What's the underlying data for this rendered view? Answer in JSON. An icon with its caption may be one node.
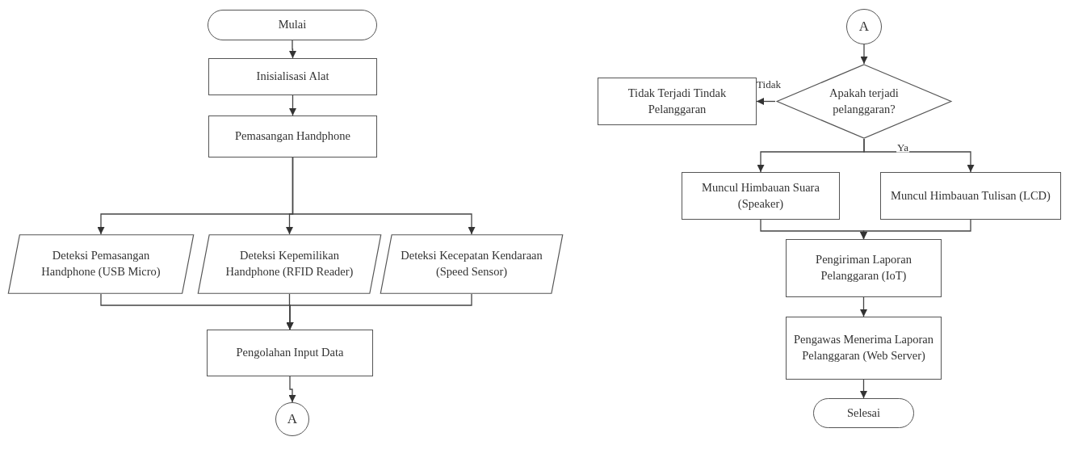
{
  "diagram": {
    "nodes": [
      {
        "text": [
          "Mulai"
        ]
      },
      {
        "text": [
          "Inisialisasi Alat"
        ]
      },
      {
        "text": [
          "Pemasangan Handphone"
        ]
      },
      {
        "text": [
          "Deteksi Pemasangan Handphone (USB Micro)"
        ]
      },
      {
        "text": [
          "Deteksi Kepemilikan Handphone (RFID Reader)"
        ]
      },
      {
        "text": [
          "Deteksi Kecepatan Kendaraan (Speed Sensor)"
        ]
      },
      {
        "text": [
          "Pengolahan Input Data"
        ]
      },
      {
        "text": [
          "A"
        ]
      },
      {
        "text": [
          "A"
        ]
      },
      {
        "text": [
          "Apakah terjadi pelanggaran?"
        ]
      },
      {
        "text": [
          "Tidak Terjadi Tindak Pelanggaran"
        ]
      },
      {
        "text": [
          "Muncul Himbauan Suara (Speaker)"
        ]
      },
      {
        "text": [
          "Muncul Himbauan Tulisan (LCD)"
        ]
      },
      {
        "text": [
          "Pengiriman Laporan Pelanggaran (IoT)"
        ]
      },
      {
        "text": [
          "Pengawas Menerima Laporan Pelanggaran (Web Server)"
        ]
      },
      {
        "text": [
          "Selesai"
        ]
      }
    ],
    "edges": [
      {
        "from": 0,
        "to": 1,
        "arrow": "to"
      },
      {
        "from": 1,
        "to": 2,
        "arrow": "to"
      },
      {
        "from": 2,
        "to": 3,
        "arrow": "to"
      },
      {
        "from": 2,
        "to": 4,
        "arrow": "to"
      },
      {
        "from": 2,
        "to": 5,
        "arrow": "to"
      },
      {
        "from": 3,
        "to": 6,
        "arrow": "to"
      },
      {
        "from": 4,
        "to": 6,
        "arrow": "to"
      },
      {
        "from": 5,
        "to": 6,
        "arrow": "to"
      },
      {
        "from": 6,
        "to": 7,
        "arrow": "to"
      },
      {
        "from": 8,
        "to": 9,
        "arrow": "to"
      },
      {
        "from": 9,
        "to": 10,
        "arrow": "to",
        "label": "Tidak"
      },
      {
        "from": 9,
        "to": 11,
        "arrow": "to"
      },
      {
        "from": 9,
        "to": 12,
        "arrow": "to",
        "label": "Ya"
      },
      {
        "from": 11,
        "to": 13,
        "arrow": "to"
      },
      {
        "from": 12,
        "to": 13,
        "arrow": "to"
      },
      {
        "from": 13,
        "to": 14,
        "arrow": "to"
      },
      {
        "from": 14,
        "to": 15,
        "arrow": "to"
      }
    ]
  }
}
